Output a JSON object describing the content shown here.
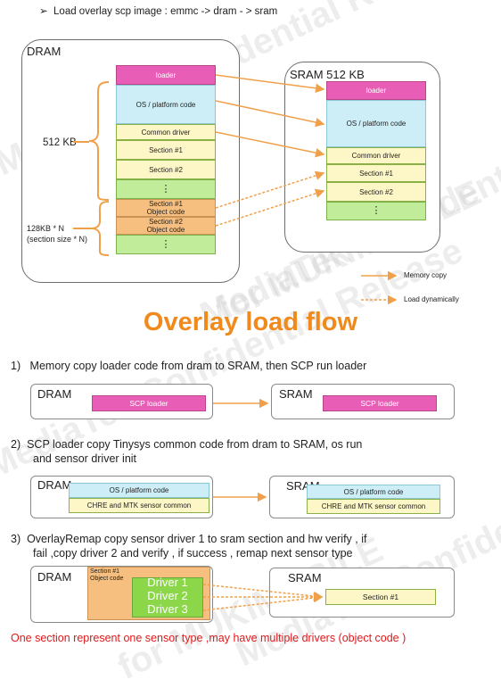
{
  "header": {
    "bullet": "➢",
    "text": "Load overlay scp image : emmc -> dram - > sram"
  },
  "top_diagram": {
    "dram_title": "DRAM",
    "sram_title": "SRAM 512 KB",
    "size_label": "512 KB",
    "overlay_label_line1": "128KB * N",
    "overlay_label_line2": "(section size * N)",
    "dram_cells": {
      "loader": "loader",
      "os": "OS / platform code",
      "common": "Common driver",
      "s1": "Section #1",
      "s2": "Section #2",
      "dots1": "⋮",
      "obj1_l1": "Section #1",
      "obj1_l2": "Object code",
      "obj2_l1": "Section #2",
      "obj2_l2": "Object code",
      "dots2": "⋮"
    },
    "sram_cells": {
      "loader": "loader",
      "os": "OS / platform code",
      "common": "Common driver",
      "s1": "Section #1",
      "s2": "Section #2",
      "dots": "⋮"
    },
    "legend": {
      "memcopy": "Memory copy",
      "dynamic": "Load dynamically"
    }
  },
  "title": "Overlay load flow",
  "steps": [
    {
      "num": "1)",
      "line1": "Memory copy loader code from dram to SRAM, then SCP run loader",
      "line2": ""
    },
    {
      "num": "2)",
      "line1": "SCP loader copy  Tinysys  common code from dram to SRAM, os run",
      "line2": "and sensor driver init"
    },
    {
      "num": "3)",
      "line1": "OverlayRemap copy sensor driver 1 to sram section and hw verify , if",
      "line2": "fail ,copy driver 2 and verify ,  if success , remap next sensor type"
    }
  ],
  "flow1": {
    "dram": "DRAM",
    "sram": "SRAM",
    "dram_box": "SCP loader",
    "sram_box": "SCP loader"
  },
  "flow2": {
    "dram": "DRAM",
    "sram": "SRAM",
    "os": "OS / platform code",
    "common": "CHRE and MTK sensor common",
    "sram_os": "OS / platform code",
    "sram_common": "CHRE and MTK sensor common"
  },
  "flow3": {
    "dram": "DRAM",
    "sram": "SRAM",
    "sec_l1": "Section #1",
    "sec_l2": "Object code",
    "drivers": [
      "Driver 1",
      "Driver 2",
      "Driver 3"
    ],
    "sram_box": "Section #1"
  },
  "footer_note": "One section represent one sensor type ,may have multiple drivers (object code )",
  "watermark": [
    "MediaTek Confidential Release",
    "for MUKIMOBILE"
  ],
  "colors": {
    "title_orange": "#f08a1c",
    "arrow_orange": "#f0a04a",
    "note_red": "#e0191b"
  }
}
